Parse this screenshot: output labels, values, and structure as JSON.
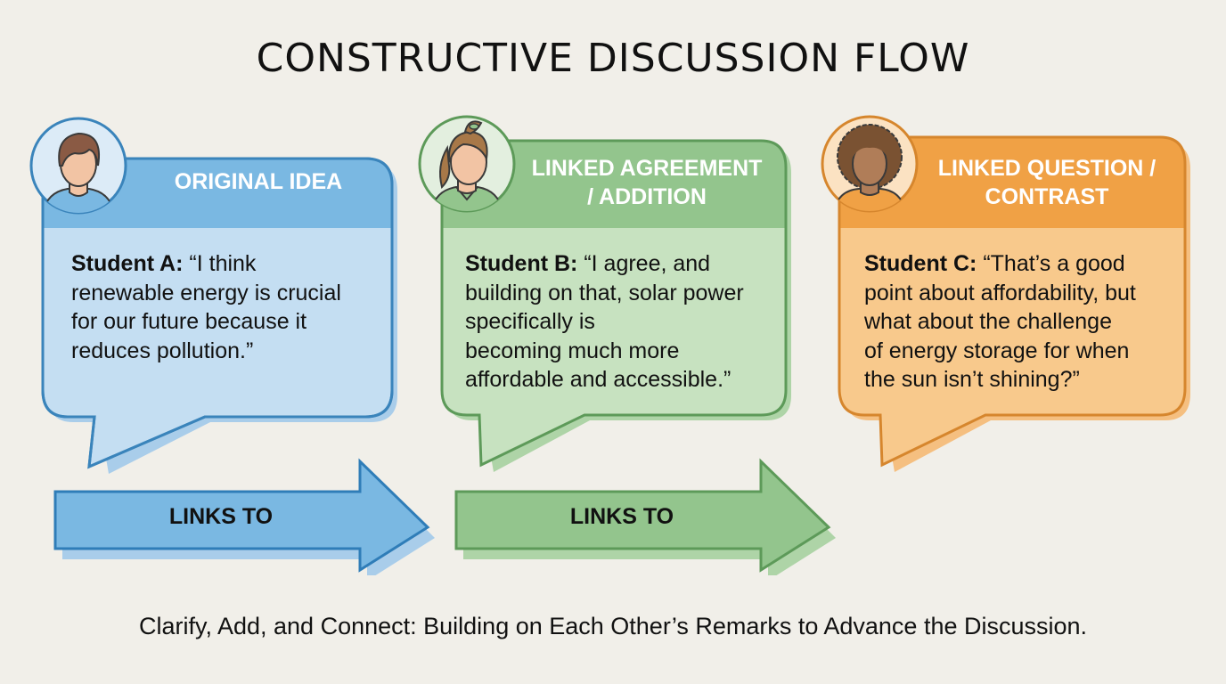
{
  "title": "CONSTRUCTIVE DISCUSSION FLOW",
  "cards": [
    {
      "header": "ORIGINAL IDEA",
      "speaker": "Student A:",
      "quote": "“I think renewable energy is crucial for our future because it reduces pollution.”",
      "lines": [
        "“I think",
        "renewable energy is crucial",
        "for our future because it",
        "reduces pollution.”"
      ],
      "avatar": "student-boy",
      "colors": {
        "header": "#7ab8e2",
        "body": "#c4def2",
        "border": "#3a84bb",
        "shadow": "#a9cdea"
      }
    },
    {
      "header": "LINKED AGREEMENT / ADDITION",
      "header_lines": [
        "LINKED AGREEMENT",
        "/ ADDITION"
      ],
      "speaker": "Student B:",
      "quote": "“I agree, and building on that, solar power specifically is becoming much more affordable and accessible.”",
      "lines": [
        "“I agree, and",
        "building on that, solar power",
        "specifically is",
        "becoming much more",
        "affordable and accessible.”"
      ],
      "avatar": "student-girl-ponytail",
      "colors": {
        "header": "#93c58d",
        "body": "#c7e2c0",
        "border": "#5d9a59",
        "shadow": "#aed4a7"
      }
    },
    {
      "header": "LINKED QUESTION / CONTRAST",
      "header_lines": [
        "LINKED QUESTION /",
        "CONTRAST"
      ],
      "speaker": "Student C:",
      "quote": "“That’s a good point about affordability, but what about the challenge of energy storage for when the sun isn’t shining?”",
      "lines": [
        "“That’s a good",
        "point about affordability, but",
        "what about the challenge",
        "of energy storage for when",
        "the sun isn’t shining?”"
      ],
      "avatar": "student-girl-curly",
      "colors": {
        "header": "#f0a145",
        "body": "#f8c98c",
        "border": "#d6862d",
        "shadow": "#f5bf80"
      }
    }
  ],
  "arrows": [
    {
      "label": "LINKS TO",
      "fill": "#7ab8e2",
      "border": "#2f7db8",
      "shadow": "#a9cdea"
    },
    {
      "label": "LINKS TO",
      "fill": "#93c58d",
      "border": "#5d9a59",
      "shadow": "#aed4a7"
    }
  ],
  "footer": "Clarify, Add, and Connect: Building on Each Other’s Remarks to Advance the Discussion."
}
